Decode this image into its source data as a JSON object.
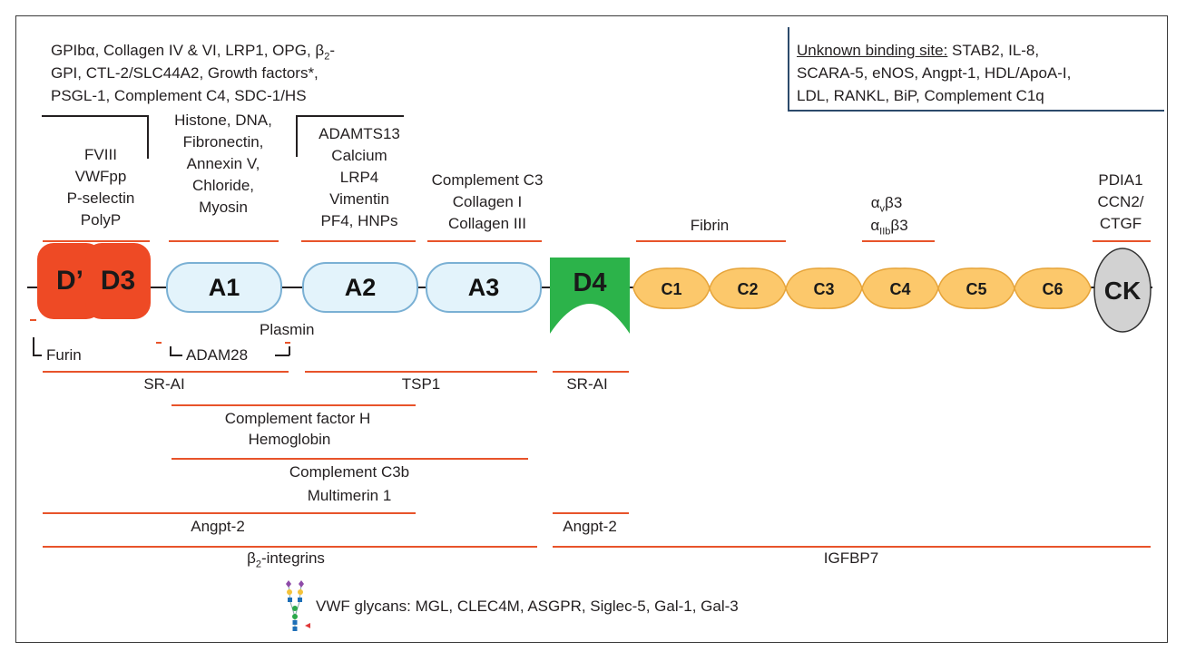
{
  "top_left": {
    "line1_pre": "GPIb",
    "line1_alpha": "α",
    "line1_mid": ", Collagen IV & VI, LRP1, OPG, ",
    "line1_beta": "β",
    "line1_sub": "2",
    "line1_post": "-",
    "line2": "GPI, CTL-2/SLC44A2, Growth factors*,",
    "line3": "PSGL-1, Complement C4, SDC-1/HS"
  },
  "unknown": {
    "title": "Unknown binding site:",
    "line1_rest": " STAB2, IL-8,",
    "line2": "SCARA-5, eNOS, Angpt-1, HDL/ApoA-I,",
    "line3": "LDL, RANKL, BiP, Complement C1q"
  },
  "above": {
    "d3": [
      "FVIII",
      "VWFpp",
      "P-selectin",
      "PolyP"
    ],
    "a1": [
      "Histone, DNA,",
      "Fibronectin,",
      "Annexin V,",
      "Chloride,",
      "Myosin"
    ],
    "a2": [
      "ADAMTS13",
      "Calcium",
      "LRP4",
      "Vimentin",
      "PF4, HNPs"
    ],
    "a3": [
      "Complement C3",
      "Collagen I",
      "Collagen III"
    ],
    "fibrin": "Fibrin",
    "integrin1": {
      "alpha": "α",
      "sub_a": "v",
      "beta": "β3"
    },
    "integrin2": {
      "alpha": "α",
      "sub_a": "IIb",
      "beta": "β3"
    },
    "ck": [
      "PDIA1",
      "CCN2/",
      "CTGF"
    ]
  },
  "domains": {
    "dprime": "D’",
    "d3": "D3",
    "a1": "A1",
    "a2": "A2",
    "a3": "A3",
    "d4": "D4",
    "c1": "C1",
    "c2": "C2",
    "c3": "C3",
    "c4": "C4",
    "c5": "C5",
    "c6": "C6",
    "ck": "CK"
  },
  "cleavage": {
    "furin": "Furin",
    "adam28": "ADAM28",
    "plasmin": "Plasmin"
  },
  "below": {
    "srai_left": "SR-AI",
    "tsp1": "TSP1",
    "srai_d4": "SR-AI",
    "cfh": "Complement factor H",
    "hemoglobin": "Hemoglobin",
    "c3b": "Complement C3b",
    "multimerin": "Multimerin 1",
    "angpt2_left": "Angpt-2",
    "angpt2_d4": "Angpt-2",
    "b2_beta": "β",
    "b2_sub": "2",
    "b2_rest": "-integrins",
    "igfbp7": "IGFBP7",
    "glycans": "VWF glycans: MGL, CLEC4M, ASGPR, Siglec-5, Gal-1, Gal-3"
  },
  "colors": {
    "binding_line": "#e8532a",
    "d_domain": "#ee4a25",
    "a_domain_fill": "#e3f3fb",
    "a_domain_border": "#7ab0d4",
    "d4_domain": "#2cb34a",
    "c_domain": "#fcc86b",
    "ck_domain": "#d2d2d2",
    "legend_border": "#2c4a6b"
  }
}
